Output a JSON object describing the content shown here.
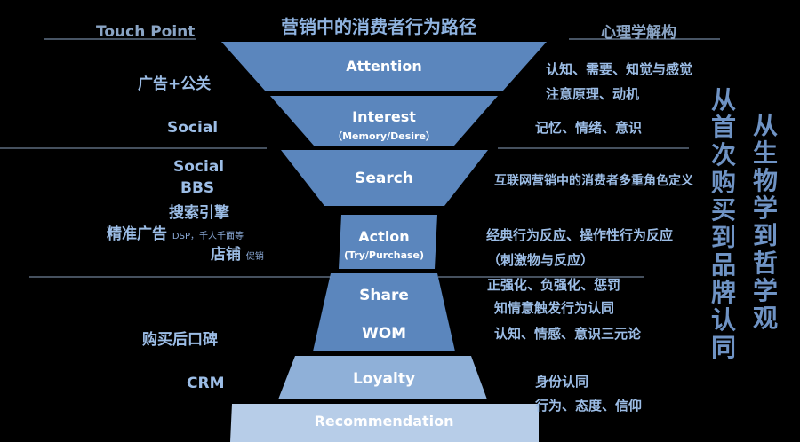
{
  "header": {
    "touch_point": "Touch Point",
    "center_title": "营销中的消费者行为路径",
    "psychology": "心理学解构"
  },
  "funnel": {
    "attention": "Attention",
    "interest": "Interest",
    "interest_sub": "（Memory/Desire）",
    "search": "Search",
    "action": "Action",
    "action_sub": "(Try/Purchase)",
    "share": "Share",
    "wom": "WOM",
    "loyalty": "Loyalty",
    "recommendation": "Recommendation"
  },
  "touch_points": {
    "ad_pr": "广告+公关",
    "social_1": "Social",
    "social_2": "Social",
    "bbs": "BBS",
    "search_engine": "搜索引擎",
    "precise_ad": "精准广告",
    "precise_ad_note": "DSP，千人千面等",
    "store": "店铺",
    "store_note": "促销",
    "post_purchase": "购买后口碑",
    "crm": "CRM"
  },
  "psychology": {
    "attention_1": "认知、需要、知觉与感觉",
    "attention_2": "注意原理、动机",
    "interest": "记忆、情绪、意识",
    "search": "互联网营销中的消费者多重角色定义",
    "action_1": "经典行为反应、操作性行为反应",
    "action_2": "（刺激物与反应）",
    "share_1": "正强化、负强化、惩罚",
    "share_2": "知情意触发行为认同",
    "wom": "认知、情感、意识三元论",
    "loyalty_1": "身份认同",
    "loyalty_2": "行为、态度、信仰"
  },
  "vertical": {
    "from_first": "从首次购买到品牌认同",
    "from_bio": "从生物学到哲学观"
  },
  "colors": {
    "funnel_blue": "#5b86bd",
    "funnel_light": "#8fb0d8",
    "funnel_pale": "#b7cde8",
    "text_blue": "#9cbde6",
    "vertical_blue": "#6f93c4"
  }
}
